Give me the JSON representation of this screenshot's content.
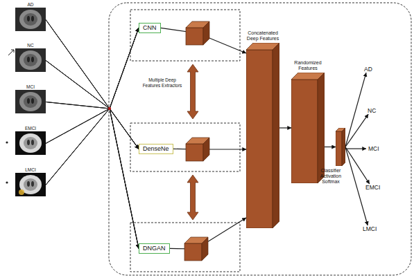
{
  "diagram": {
    "nodes": [
      {
        "text": [
          "AD"
        ]
      },
      {
        "text": [
          "NC"
        ]
      },
      {
        "text": [
          "MCI"
        ]
      },
      {
        "text": [
          "EMCI"
        ]
      },
      {
        "text": [
          "LMCI"
        ]
      },
      {
        "text": [
          "CNN"
        ]
      },
      {
        "text": [
          "DenseNe"
        ]
      },
      {
        "text": [
          "DNGAN"
        ]
      },
      {
        "text": [
          "Concatenated Deep Features"
        ]
      },
      {
        "text": [
          "Randomized Features"
        ]
      },
      {
        "text": [
          "Classifier Activation Softmax"
        ]
      },
      {
        "text": [
          "AD"
        ]
      },
      {
        "text": [
          "NC"
        ]
      },
      {
        "text": [
          "MCI"
        ]
      },
      {
        "text": [
          "EMCI"
        ]
      },
      {
        "text": [
          "LMCI"
        ]
      }
    ],
    "edges": [
      {
        "from": 0,
        "to": 5,
        "arrow": "to"
      },
      {
        "from": 0,
        "to": 6,
        "arrow": "to"
      },
      {
        "from": 0,
        "to": 7,
        "arrow": "to"
      },
      {
        "from": 1,
        "to": 5,
        "arrow": "to"
      },
      {
        "from": 1,
        "to": 6,
        "arrow": "to"
      },
      {
        "from": 1,
        "to": 7,
        "arrow": "to"
      },
      {
        "from": 2,
        "to": 5,
        "arrow": "to"
      },
      {
        "from": 2,
        "to": 6,
        "arrow": "to"
      },
      {
        "from": 2,
        "to": 7,
        "arrow": "to"
      },
      {
        "from": 3,
        "to": 5,
        "arrow": "to"
      },
      {
        "from": 3,
        "to": 6,
        "arrow": "to"
      },
      {
        "from": 3,
        "to": 7,
        "arrow": "to"
      },
      {
        "from": 4,
        "to": 5,
        "arrow": "to"
      },
      {
        "from": 4,
        "to": 6,
        "arrow": "to"
      },
      {
        "from": 4,
        "to": 7,
        "arrow": "to"
      },
      {
        "from": 5,
        "to": 8,
        "arrow": "to"
      },
      {
        "from": 6,
        "to": 8,
        "arrow": "to"
      },
      {
        "from": 7,
        "to": 8,
        "arrow": "to"
      },
      {
        "from": 8,
        "to": 9,
        "arrow": "to"
      },
      {
        "from": 9,
        "to": 10,
        "arrow": "to"
      },
      {
        "from": 10,
        "to": 11,
        "arrow": "to"
      },
      {
        "from": 10,
        "to": 12,
        "arrow": "to"
      },
      {
        "from": 10,
        "to": 13,
        "arrow": "to"
      },
      {
        "from": 10,
        "to": 14,
        "arrow": "to"
      },
      {
        "from": 10,
        "to": 15,
        "arrow": "to"
      }
    ],
    "labels": [
      "Multiple Deep Features Extractors"
    ]
  }
}
